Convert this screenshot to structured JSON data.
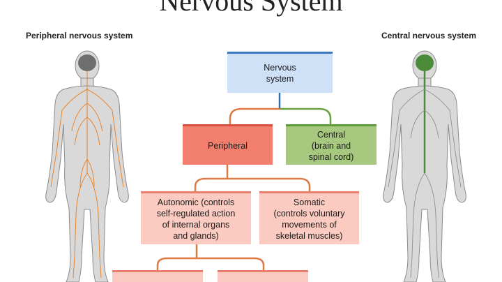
{
  "title": "Nervous System",
  "labels": {
    "left": "Peripheral nervous system",
    "right": "Central nervous system"
  },
  "nodes": {
    "nervous": "Nervous\nsystem",
    "peripheral": "Peripheral",
    "central": "Central\n(brain and\nspinal cord)",
    "autonomic": "Autonomic (controls\nself-regulated action\nof internal organs\nand glands)",
    "somatic": "Somatic\n(controls voluntary\nmovements of\nskeletal muscles)"
  },
  "colors": {
    "connector_orange": "#e07a45",
    "connector_blue": "#2c6fb5",
    "connector_green": "#6aa044",
    "body_fill": "#d9d9d9",
    "nerve_peripheral": "#e8842c",
    "brain_central": "#4c8b3a"
  }
}
